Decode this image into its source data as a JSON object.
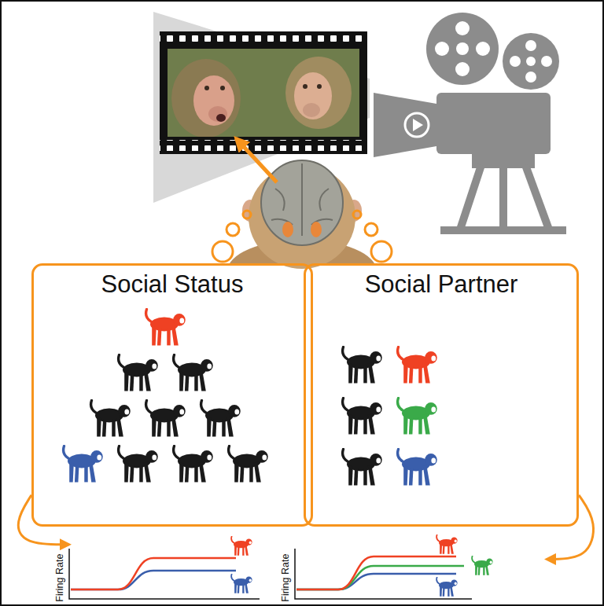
{
  "diagram": {
    "nodes": [
      {
        "text": [
          "Social Status"
        ]
      },
      {
        "text": [
          "Social Partner"
        ]
      },
      {
        "text": [
          "Firing Rate"
        ]
      },
      {
        "text": [
          "Firing Rate"
        ]
      }
    ],
    "edges": [
      {
        "from": 0,
        "to": 2,
        "arrow": "to"
      },
      {
        "from": 1,
        "to": 3,
        "arrow": "to"
      }
    ]
  }
}
